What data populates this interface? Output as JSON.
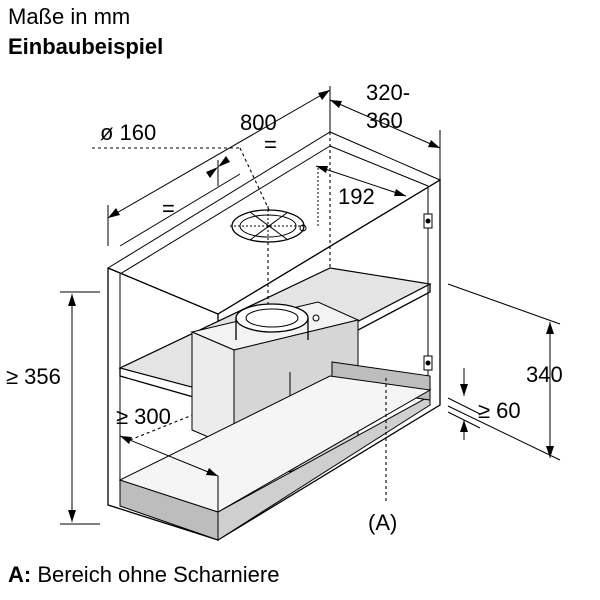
{
  "header": {
    "units_line": "Maße in mm",
    "subtitle": "Einbaubeispiel"
  },
  "dimensions": {
    "diameter": "ø 160",
    "width": "800",
    "equal_left": "=",
    "equal_right": "=",
    "depth_line1": "320-",
    "depth_line2": "360",
    "offset": "192",
    "min_height": "≥ 356",
    "min_depth": "≥ 300",
    "height": "340",
    "min_gap": "≥ 60",
    "marker": "(A)"
  },
  "legend": {
    "key": "A:",
    "text": " Bereich ohne Scharniere"
  }
}
